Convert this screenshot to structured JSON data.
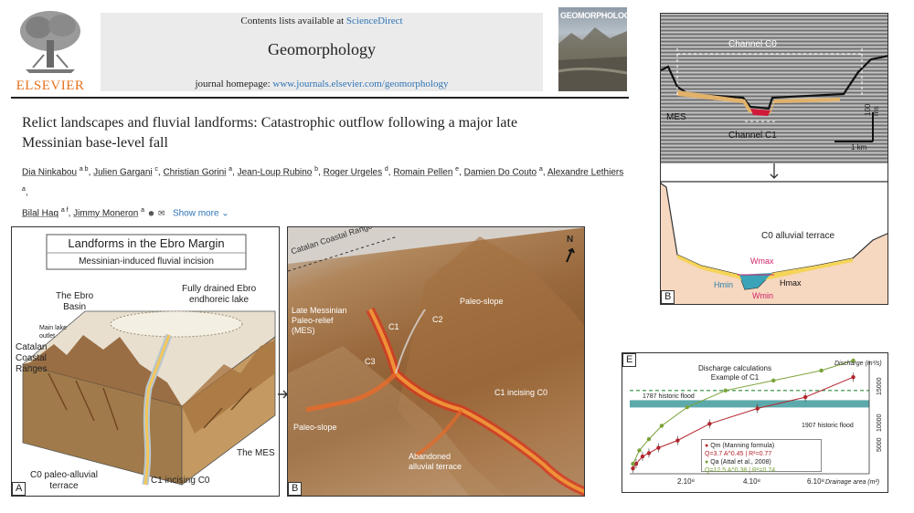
{
  "header": {
    "publisher": "ELSEVIER",
    "contents_text": "Contents lists available at",
    "contents_link": "ScienceDirect",
    "journal_name": "Geomorphology",
    "homepage_label": "journal homepage:",
    "homepage_url": "www.journals.elsevier.com/geomorphology",
    "cover_title": "GEOMORPHOLOGY"
  },
  "article": {
    "title_line1": "Relict landscapes and fluvial landforms: Catastrophic outflow following a major late",
    "title_line2": "Messinian base-level fall",
    "authors": [
      {
        "name": "Dia Ninkabou",
        "aff": "a b"
      },
      {
        "name": "Julien Gargani",
        "aff": "c"
      },
      {
        "name": "Christian Gorini",
        "aff": "a"
      },
      {
        "name": "Jean-Loup Rubino",
        "aff": "b"
      },
      {
        "name": "Roger Urgeles",
        "aff": "d"
      },
      {
        "name": "Romain Pellen",
        "aff": "e"
      },
      {
        "name": "Damien Do Couto",
        "aff": "a"
      },
      {
        "name": "Alexandre Lethiers",
        "aff": "a"
      },
      {
        "name": "Bilal Haq",
        "aff": "a f"
      },
      {
        "name": "Jimmy Moneron",
        "aff": "a"
      }
    ],
    "show_more": "Show more"
  },
  "panel_a": {
    "tag": "A",
    "title": "Landforms in the Ebro Margin",
    "subtitle": "Messinian-induced fluvial incision",
    "labels": {
      "ebro_basin": "The Ebro\nBasin",
      "lake": "Fully drained Ebro\nendhoreic lake",
      "outlet": "Main lake\noutlet",
      "catalan": "Catalan\nCoastal\nRanges",
      "mes": "The MES",
      "c0": "C0 paleo-alluvial\nterrace",
      "c1": "C1 incising C0"
    }
  },
  "panel_b": {
    "tag": "B",
    "labels": {
      "range": "Catalan Coastal Range",
      "north": "N",
      "mes": "Late Messinian\nPaleo-relief\n(MES)",
      "c1a": "C1",
      "c2": "C2",
      "c3": "C3",
      "paleo_slope_top": "Paleo-slope",
      "paleo_slope_left": "Paleo-slope",
      "c1_incising": "C1 incising C0",
      "terrace": "Abandoned\nalluvial terrace"
    }
  },
  "panel_seismic": {
    "tag": "B",
    "labels": {
      "channel_c0": "Channel C0",
      "mes": "MES",
      "channel_c1": "Channel C1",
      "scale_v": "100 ms",
      "scale_h": "1 km",
      "terrace": "C0 alluvial terrace",
      "wmax": "Wmax",
      "wmin": "Wmin",
      "hmin": "Hmin",
      "hmax": "Hmax"
    }
  },
  "panel_e": {
    "tag": "E",
    "title_line1": "Discharge calculations",
    "title_line2": "Example of C1",
    "y_axis_label": "Discharge (m³/s)",
    "x_axis_label": "Drainage area (m²)",
    "flood_1787": "1787 historic flood",
    "flood_1907": "1907 historic flood",
    "legend_qm": "Qm (Manning formula)",
    "legend_qm_eq": "Q=3.7 A^0.45 | R²=0.77",
    "legend_qa": "Qa (Attal et al., 2008)",
    "legend_qa_eq": "Q=12.5 A^0.38 | R²=0.74",
    "x_ticks": [
      "2.10⁸",
      "4.10⁸",
      "6.10⁸"
    ],
    "y_ticks": [
      "5000",
      "10000",
      "15000"
    ]
  },
  "colors": {
    "elsevier_orange": "#e9711c",
    "link_blue": "#2e74b5",
    "terrain_brown": "#8c5a2b",
    "incision_red": "#d9361e",
    "manning_red": "#b3262d",
    "attal_green": "#7aa23a",
    "flood_teal": "#3f9a9e"
  },
  "chart_data": {
    "type": "scatter",
    "title": "Discharge calculations Example of C1",
    "xlabel": "Drainage area (m²)",
    "ylabel": "Discharge (m³/s)",
    "xlim": [
      0,
      750000000
    ],
    "ylim": [
      0,
      17000
    ],
    "series": [
      {
        "name": "Qm (Manning formula)",
        "x": [
          10000000,
          20000000,
          40000000,
          60000000,
          90000000,
          150000000,
          250000000,
          400000000,
          550000000,
          700000000
        ],
        "y": [
          800,
          1500,
          2600,
          3100,
          3900,
          5000,
          7500,
          9800,
          11500,
          14500
        ]
      },
      {
        "name": "Qa (Attal et al., 2008)",
        "x": [
          10000000,
          30000000,
          60000000,
          100000000,
          180000000,
          300000000,
          450000000,
          600000000,
          700000000
        ],
        "y": [
          1500,
          3500,
          5200,
          7200,
          10000,
          12500,
          14000,
          15500,
          17000
        ]
      }
    ],
    "lines": [
      {
        "name": "1787 historic flood",
        "y": 12500
      },
      {
        "name": "1907 historic flood",
        "y": 10500
      }
    ]
  }
}
